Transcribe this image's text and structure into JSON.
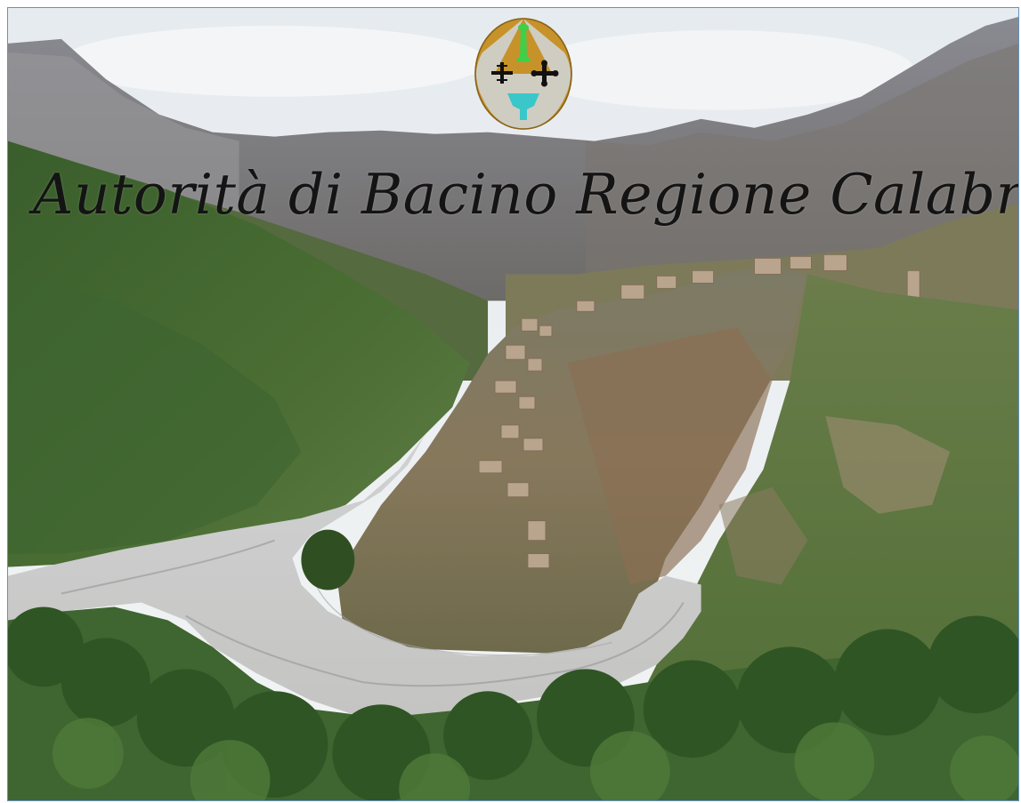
{
  "banner": {
    "title": "Autorità di Bacino Regione Calabria",
    "emblem_icon": "calabria-region-coat-of-arms",
    "photo_subject": "calabria-river-valley-photo"
  },
  "colors": {
    "frame_border": "#6a8fbf",
    "emblem_gold": "#c7922a",
    "emblem_silver": "#cfcdc2",
    "emblem_green": "#3fcf48",
    "emblem_cyan": "#39c7c9",
    "title_text": "#141414"
  }
}
